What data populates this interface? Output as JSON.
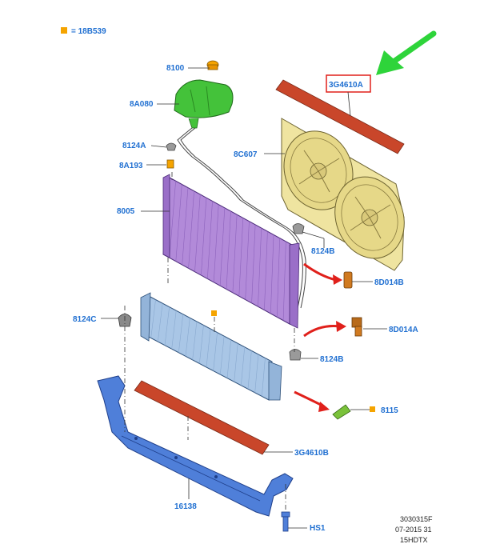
{
  "legend": {
    "swatch_color": "#f5a400",
    "text": "= 18B539"
  },
  "colors": {
    "label": "#1f6fd1",
    "highlight_box": "#e0201b",
    "arrow_green": "#2ed43a",
    "arrow_red": "#e0201b",
    "seal": "#c9462a",
    "fan_shroud": "#efe4a0",
    "radiator": "#b28ad9",
    "intercooler": "#a9c6e6",
    "bracket": "#4f7fd9",
    "reservoir": "#44c23a"
  },
  "labels": {
    "cap": "8100",
    "reservoir": "8A080",
    "hose_clip": "8124A",
    "bracket_small": "8A193",
    "fan_shroud": "8C607",
    "radiator": "8005",
    "iso_upper_right": "8124B",
    "hose_outlet": "8D014B",
    "iso_left": "8124C",
    "thermostat": "8D014A",
    "iso_lower": "8124B",
    "sensor": "8115",
    "seal_top": "3G4610A",
    "seal_bottom": "3G4610B",
    "carrier": "16138",
    "bolt": "HS1"
  },
  "footer": {
    "line1": "3030315F",
    "line2": "07-2015 31",
    "line3": "15HDTX"
  }
}
